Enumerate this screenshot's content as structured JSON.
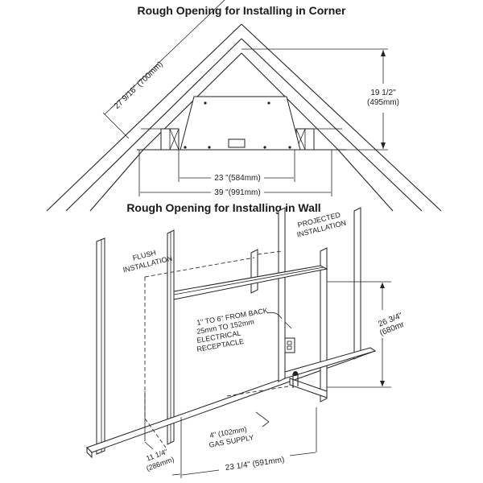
{
  "corner": {
    "title": "Rough Opening for Installing in Corner",
    "dim_diagonal": "27 9/16\" (700mm)",
    "dim_height_line1": "19 1/2\"",
    "dim_height_line2": "(495mm)",
    "dim_inner_width": "23 \"(584mm)",
    "dim_outer_width": "39 \"(991mm)"
  },
  "wall": {
    "title": "Rough Opening for Installing in Wall",
    "flush_line1": "FLUSH",
    "flush_line2": "INSTALLATION",
    "projected_line1": "PROJECTED",
    "projected_line2": "INSTALLATION",
    "receptacle_line1": "1\" TO 6\" FROM BACK",
    "receptacle_line2": "25mm TO 152mm",
    "receptacle_line3": "ELECTRICAL",
    "receptacle_line4": "RECEPTACLE",
    "dim_height_line1": "26 3/4\"",
    "dim_height_line2": "(680mr",
    "gas_line1": "4\" (102mm)",
    "gas_line2": "GAS SUPPLY",
    "dim_depth_line1": "11 1/4\"",
    "dim_depth_line2": "(286mm)",
    "dim_width": "23 1/4\" (591mm)"
  }
}
